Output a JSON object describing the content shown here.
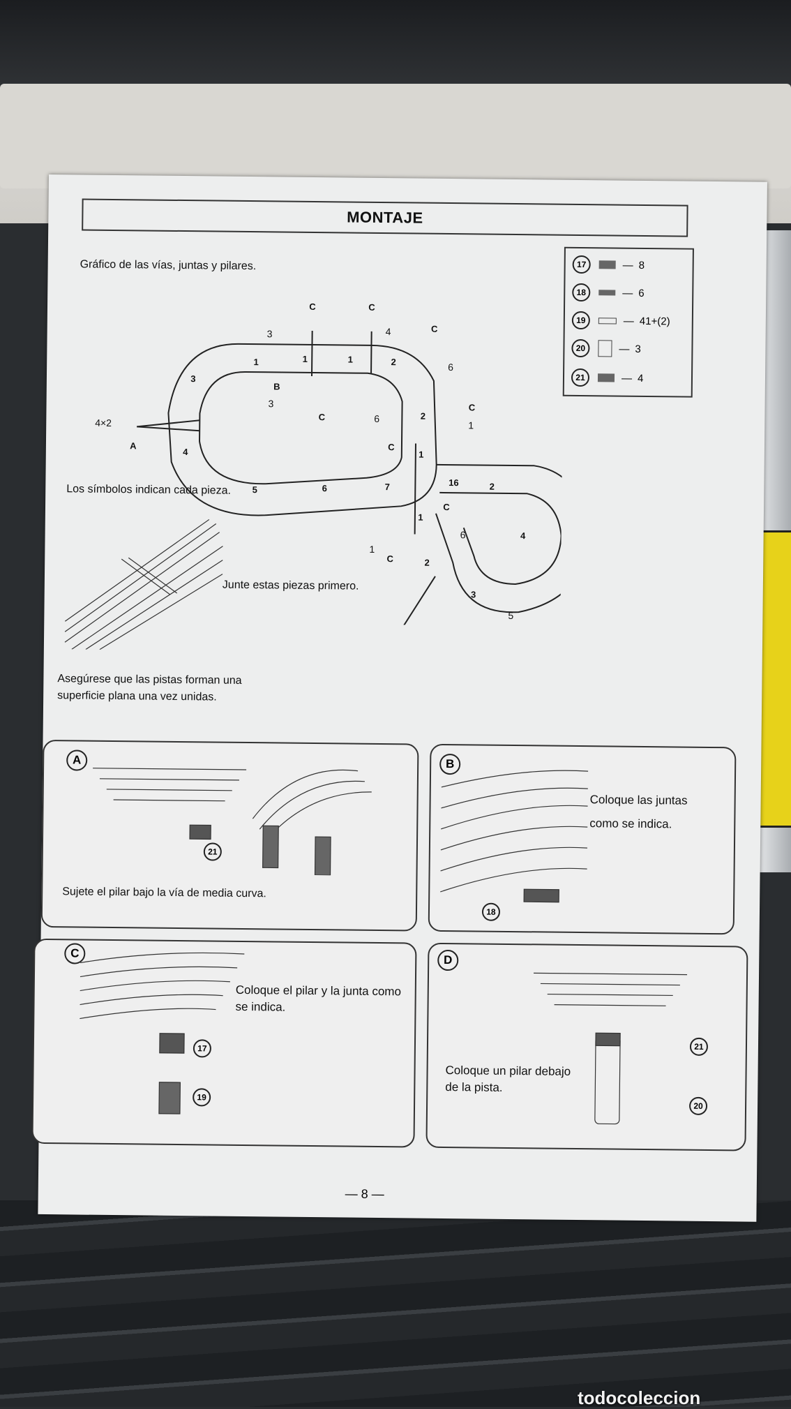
{
  "page": {
    "title": "MONTAJE",
    "intro": "Gráfico de las vías, juntas y pilares.",
    "symbols_note": "Los símbolos indican cada pieza.",
    "join_note": "Junte estas piezas primero.",
    "flat_note_1": "Asegúrese que las pistas forman una",
    "flat_note_2": "superficie plana una vez unidas.",
    "page_number": "— 8 —"
  },
  "legend": [
    {
      "num": "17",
      "qty": "8"
    },
    {
      "num": "18",
      "qty": "6"
    },
    {
      "num": "19",
      "qty": "41+(2)"
    },
    {
      "num": "20",
      "qty": "3"
    },
    {
      "num": "21",
      "qty": "4"
    }
  ],
  "diagram_labels": {
    "c": "C",
    "a": "A",
    "b": "B",
    "d": "D",
    "stack_3": "3",
    "stack_4": "4",
    "stack_6": "6",
    "stack_1": "1",
    "stack_5": "5",
    "stack_4x2": "4×2",
    "t1": "1",
    "t2": "2",
    "t3": "3",
    "t4": "4",
    "t5": "5",
    "t6": "6",
    "t7": "7",
    "t16": "16"
  },
  "panels": {
    "a": {
      "letter": "A",
      "text": "Sujete el pilar bajo la vía de media curva.",
      "num": "21"
    },
    "b": {
      "letter": "B",
      "text_1": "Coloque las juntas",
      "text_2": "como se indica.",
      "num": "18"
    },
    "c": {
      "letter": "C",
      "text_1": "Coloque el pilar y la junta como",
      "text_2": "se indica.",
      "num_1": "17",
      "num_2": "19"
    },
    "d": {
      "letter": "D",
      "text_1": "Coloque un pilar debajo",
      "text_2": "de la pista.",
      "num_1": "21",
      "num_2": "20"
    }
  },
  "watermark": "todocoleccion",
  "colors": {
    "paper": "#edeeee",
    "ink": "#111111",
    "panel_border": "#333333"
  }
}
